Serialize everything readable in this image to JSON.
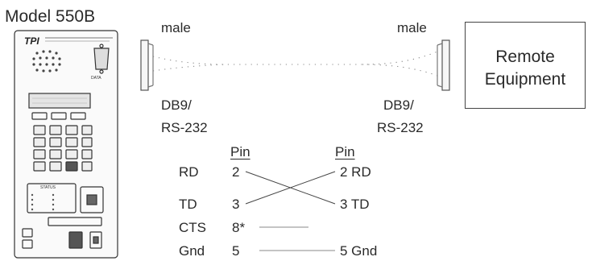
{
  "figure": {
    "device_title": "Model 550B",
    "device_face": {
      "logo": "TPI",
      "small_label": "DATA",
      "status_label": "STATUS"
    },
    "left_connector": {
      "gender": "male",
      "type": "DB9/",
      "standard": "RS-232"
    },
    "right_connector": {
      "gender": "male",
      "type": "DB9/",
      "standard": "RS-232"
    },
    "remote_box": {
      "line1": "Remote",
      "line2": "Equipment"
    },
    "pinout": {
      "header_left": "Pin",
      "header_right": "Pin",
      "rows": [
        {
          "signal": "RD",
          "left_pin": "2",
          "right_label": "2 RD"
        },
        {
          "signal": "TD",
          "left_pin": "3",
          "right_label": "3 TD"
        },
        {
          "signal": "CTS",
          "left_pin": "8*",
          "right_label": ""
        },
        {
          "signal": "Gnd",
          "left_pin": "5",
          "right_label": "5 Gnd"
        }
      ]
    }
  }
}
